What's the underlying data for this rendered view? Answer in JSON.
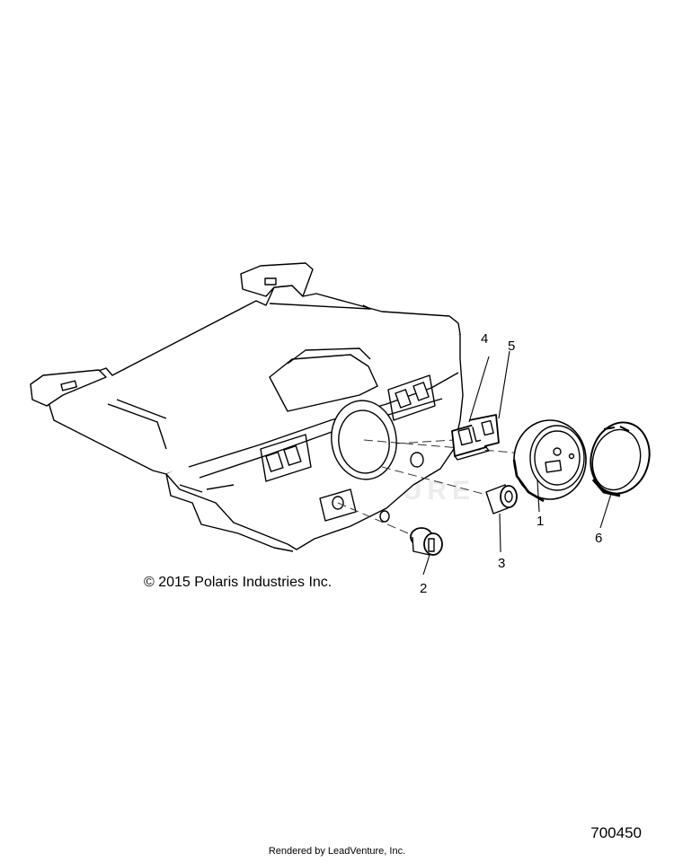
{
  "diagram": {
    "copyright": "© 2015 Polaris Industries Inc.",
    "diagram_number": "700450",
    "footer": "Rendered by LeadVenture, Inc.",
    "watermark": "LEADVENTURE",
    "callouts": [
      {
        "id": "1",
        "label": "1"
      },
      {
        "id": "2",
        "label": "2"
      },
      {
        "id": "3",
        "label": "3"
      },
      {
        "id": "4",
        "label": "4"
      },
      {
        "id": "5",
        "label": "5"
      },
      {
        "id": "6",
        "label": "6"
      }
    ]
  }
}
